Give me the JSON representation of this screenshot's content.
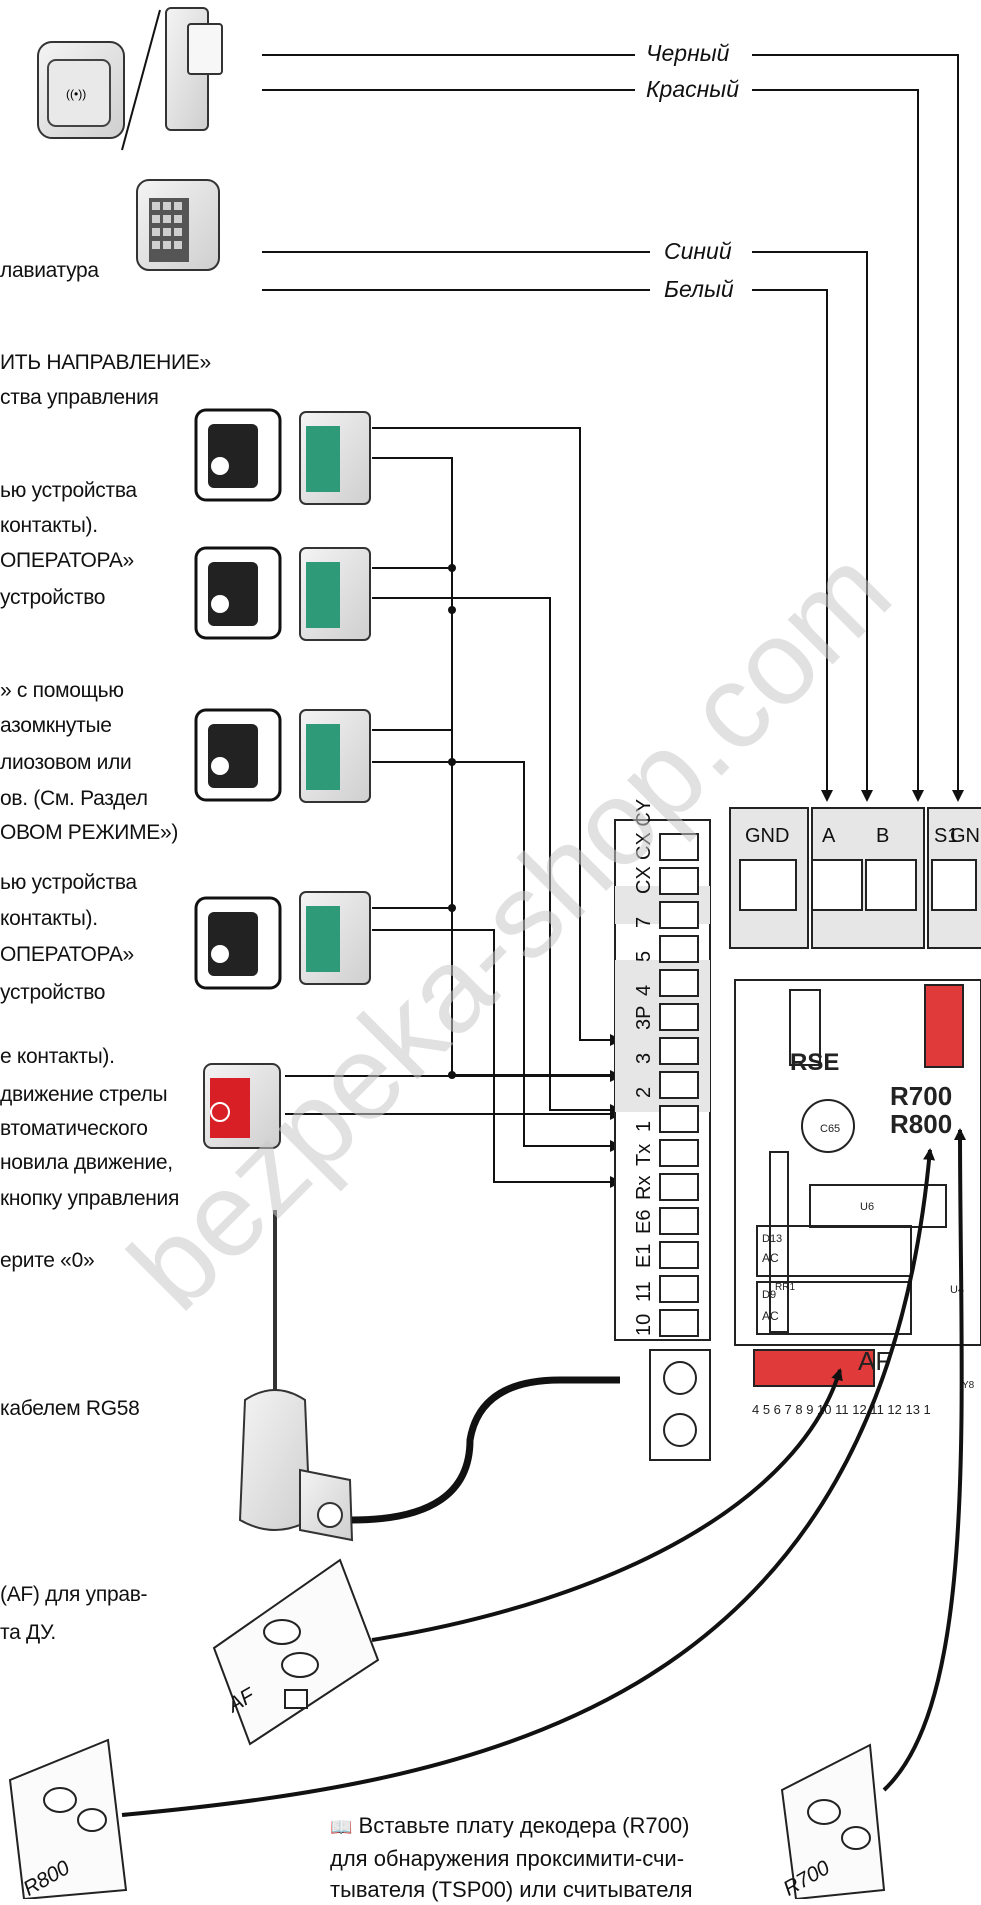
{
  "wires": {
    "black": "Черный",
    "red": "Красный",
    "blue": "Синий",
    "white": "Белый"
  },
  "left_labels": [
    "лавиатура",
    "ИТЬ НАПРАВЛЕНИЕ»",
    "ства управления",
    "ью устройства",
    "контакты).",
    "ОПЕРАТОРА»",
    "устройство",
    "» с помощью",
    "азомкнутые",
    "лиозовом или",
    "ов. (См. Раздел",
    "ОВОМ РЕЖИМЕ»)",
    "ью устройства",
    "контакты).",
    "ОПЕРАТОРА»",
    "устройство",
    "е контакты).",
    "движение стрелы",
    "втоматического",
    "новила движение,",
    "кнопку управления",
    "ерите «0»",
    "кабелем RG58",
    "(AF) для управ-",
    "та ДУ."
  ],
  "terminals": {
    "left_block": [
      "CX CY",
      "CX",
      "7",
      "5",
      "4",
      "3P",
      "3",
      "2",
      "1",
      "Tx",
      "Rx",
      "E6",
      "E1",
      "11",
      "10"
    ],
    "top_block": [
      "GND",
      "A",
      "B",
      "S1",
      "GND"
    ]
  },
  "board_labels": {
    "rse": "RSE",
    "r700": "R700",
    "r800": "R800",
    "af": "AF",
    "c65": "C65",
    "u6": "U6",
    "u4": "U4",
    "d13": "D13",
    "d9": "D9",
    "ac1": "AC",
    "ac2": "AC",
    "rr1": "RR1",
    "y8": "Y8",
    "bottom_pins": "4 5 6 7 8 9 10 11 12  11 12 13 1"
  },
  "cards": {
    "af_card": "AF",
    "r800_card": "R800",
    "r700_card": "R700"
  },
  "note_text": [
    "Вставьте плату декодера (R700)",
    "для обнаружения проксимити-счи-",
    "тывателя (TSP00) или считывателя"
  ],
  "watermark": "bezpeka-shop.com",
  "colors": {
    "stop_button": "#d91f26",
    "green_button": "#2f9a78",
    "red_connector": "#e03a3a"
  }
}
